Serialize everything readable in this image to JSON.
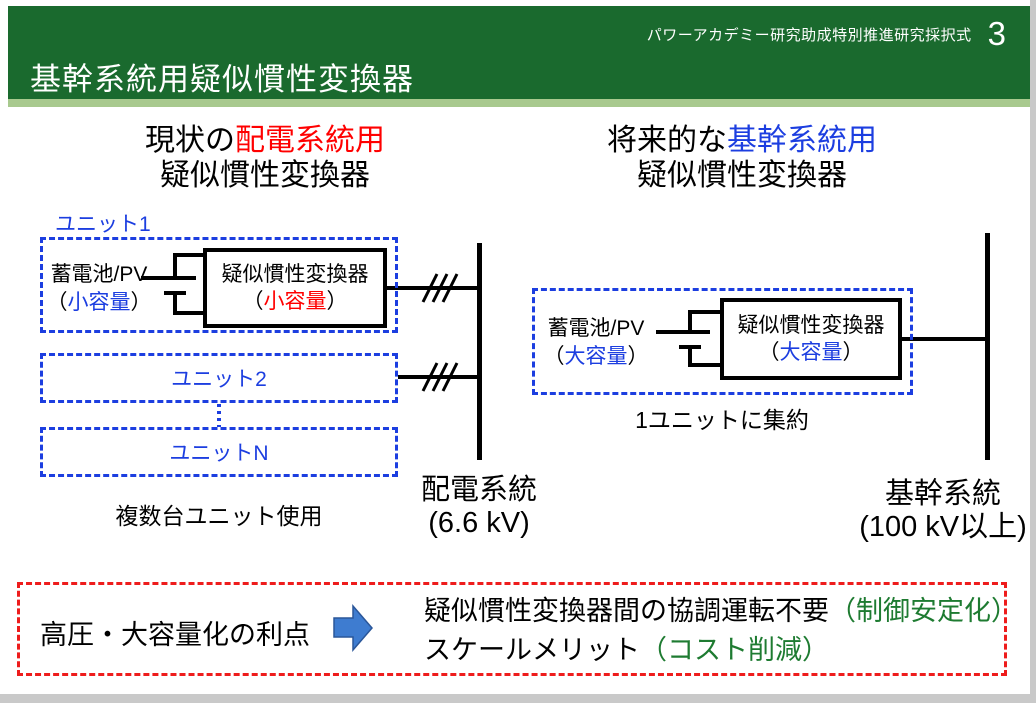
{
  "slide": {
    "eyebrow": "パワーアカデミー研究助成特別推進研究採択式",
    "page_number": "3",
    "title": "基幹系統用疑似慣性変換器"
  },
  "left": {
    "heading_prefix": "現状の",
    "heading_accent": "配電系統用",
    "heading_line2": "疑似慣性変換器",
    "unit1_label": "ユニット1",
    "source": "蓄電池/PV",
    "source_capacity": "小容量",
    "converter": "疑似慣性変換器",
    "converter_capacity": "小容量",
    "unit2_label": "ユニット2",
    "unitN_label": "ユニットN",
    "caption": "複数台ユニット使用",
    "bus_name": "配電系統",
    "bus_voltage": "(6.6 kV)"
  },
  "right": {
    "heading_prefix": "将来的な",
    "heading_accent": "基幹系統用",
    "heading_line2": "疑似慣性変換器",
    "source": "蓄電池/PV",
    "source_capacity": "大容量",
    "converter": "疑似慣性変換器",
    "converter_capacity": "大容量",
    "caption": "1ユニットに集約",
    "bus_name": "基幹系統",
    "bus_voltage": "(100 kV以上)"
  },
  "benefits": {
    "label": "高圧・大容量化の利点",
    "line1_text": "疑似慣性変換器間の協調運転不要",
    "line1_accent": "（制御安定化）",
    "line2_text": "スケールメリット",
    "line2_accent": "（コスト削減）"
  },
  "punctuation": {
    "paren_open": "（",
    "paren_close": "）"
  },
  "colors": {
    "header_green": "#1a6a2e",
    "header_strip_green": "#a8c98e",
    "accent_red": "#ff0000",
    "accent_blue": "#1c3ee0",
    "accent_green": "#1e7b31",
    "arrow_blue": "#3e7cd0",
    "benefit_border_red": "#ee1c1c"
  }
}
